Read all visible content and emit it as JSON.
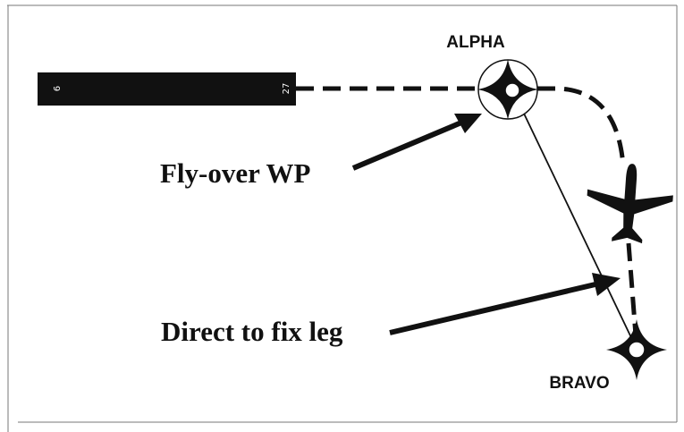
{
  "runway": {
    "threshold_left": "6",
    "threshold_right": "27"
  },
  "waypoints": {
    "alpha": "ALPHA",
    "bravo": "BRAVO"
  },
  "callouts": {
    "flyover": "Fly-over WP",
    "direct": "Direct to fix leg"
  }
}
